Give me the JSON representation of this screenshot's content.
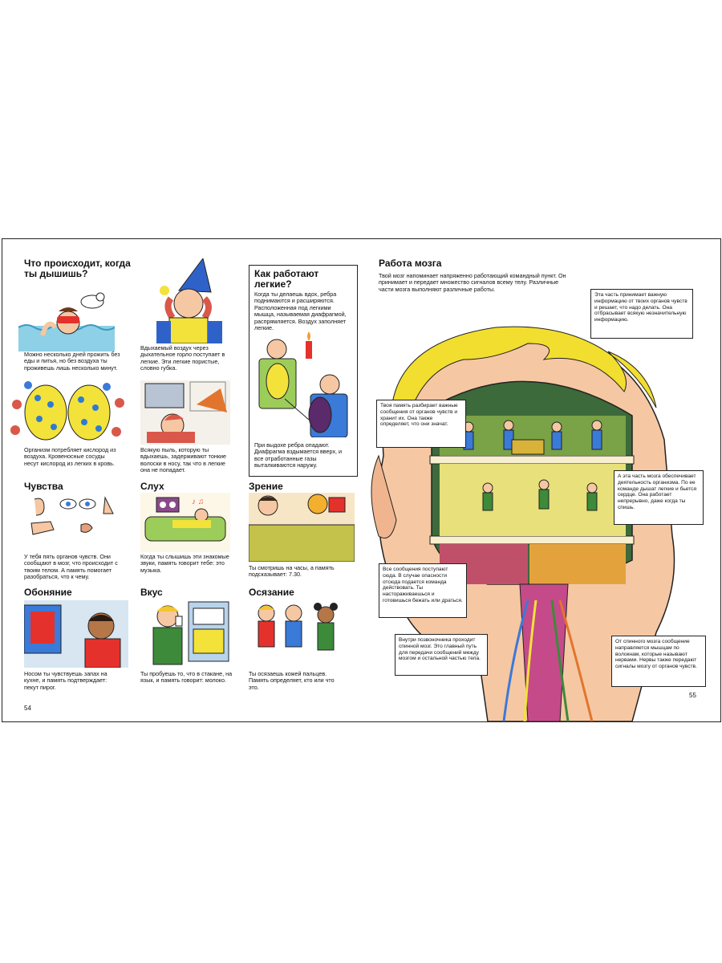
{
  "left": {
    "breathe": {
      "title": "Что происходит, когда ты дышишь?",
      "p1": "Можно несколько дней прожить без еды и питья, но без воздуха ты проживешь лишь несколько минут.",
      "p2": "Вдыхаемый воздух через дыхательное горло поступает в легкие. Эти легкие пористые, словно губка.",
      "p3": "Организм потребляет кислород из воздуха. Кровеносные сосуды несут кислород из легких в кровь.",
      "p4": "Всякую пыль, которую ты вдыхаешь, задерживают тонкие волоски в носу, так что в легкие она не попадает."
    },
    "lungs_box": {
      "title": "Как работают легкие?",
      "p1": "Когда ты делаешь вдох, ребра поднимаются и расширяются. Расположенная под легкими мышца, называемая диафрагмой, распрямляется. Воздух заполняет легкие.",
      "p2": "При выдохе ребра опадают. Диафрагма вздымается вверх, и все отработанные газы выталкиваются наружу."
    },
    "senses": {
      "title": "Чувства",
      "text": "У тебя пять органов чувств. Они сообщают в мозг, что происходит с твоим телом. А память помогает разобраться, что к чему."
    },
    "hearing": {
      "title": "Слух",
      "text": "Когда ты слышишь эти знакомые звуки, память говорит тебе: это музыка."
    },
    "sight": {
      "title": "Зрение",
      "text": "Ты смотришь на часы, а память подсказывает: 7.30."
    },
    "smell": {
      "title": "Обоняние",
      "text": "Носом ты чувствуешь запах на кухне, и память подтверждает: пекут пирог."
    },
    "taste": {
      "title": "Вкус",
      "text": "Ты пробуешь то, что в стакане, на язык, и память говорит: молоко."
    },
    "touch": {
      "title": "Осязание",
      "text": "Ты осязаешь кожей пальцев. Память определяет, кто или что это."
    },
    "page_number": "54"
  },
  "right": {
    "title": "Работа мозга",
    "intro": "Твой мозг напоминает напряженно работающий командный пункт. Он принимает и передает множество сигналов всему телу. Различные части мозга выполняют различные работы.",
    "callouts": {
      "c1": "Эта часть принимает важную информацию от твоих органов чувств и решает, что надо делать. Она отбрасывает всякую незначительную информацию.",
      "c2": "Твоя память разбирает важные сообщения от органов чувств и хранит их. Она также определяет, что они значат.",
      "c3": "А эта часть мозга обеспечивает деятельность организма. По ее команде дышат легкие и бьется сердце. Она работает непрерывно, даже когда ты спишь.",
      "c4": "Все сообщения поступают сюда. В случае опасности отсюда подается команда действовать. Ты настораживаешься и готовишься бежать или драться.",
      "c5": "Внутри позвоночника проходит спинной мозг. Это главный путь для передачи сообщений между мозгом и остальной частью тела.",
      "c6": "От спинного мозга сообщение направляется мышцам по волокнам, которые называют нервами. Нервы также передают сигналы мозгу от органов чувств."
    },
    "page_number": "55"
  },
  "colors": {
    "hair": "#f2de2e",
    "skin": "#f6c7a3",
    "lung": "#f3e23a",
    "sofa": "#9ccc5a",
    "shirt": "#3c8a3a"
  }
}
